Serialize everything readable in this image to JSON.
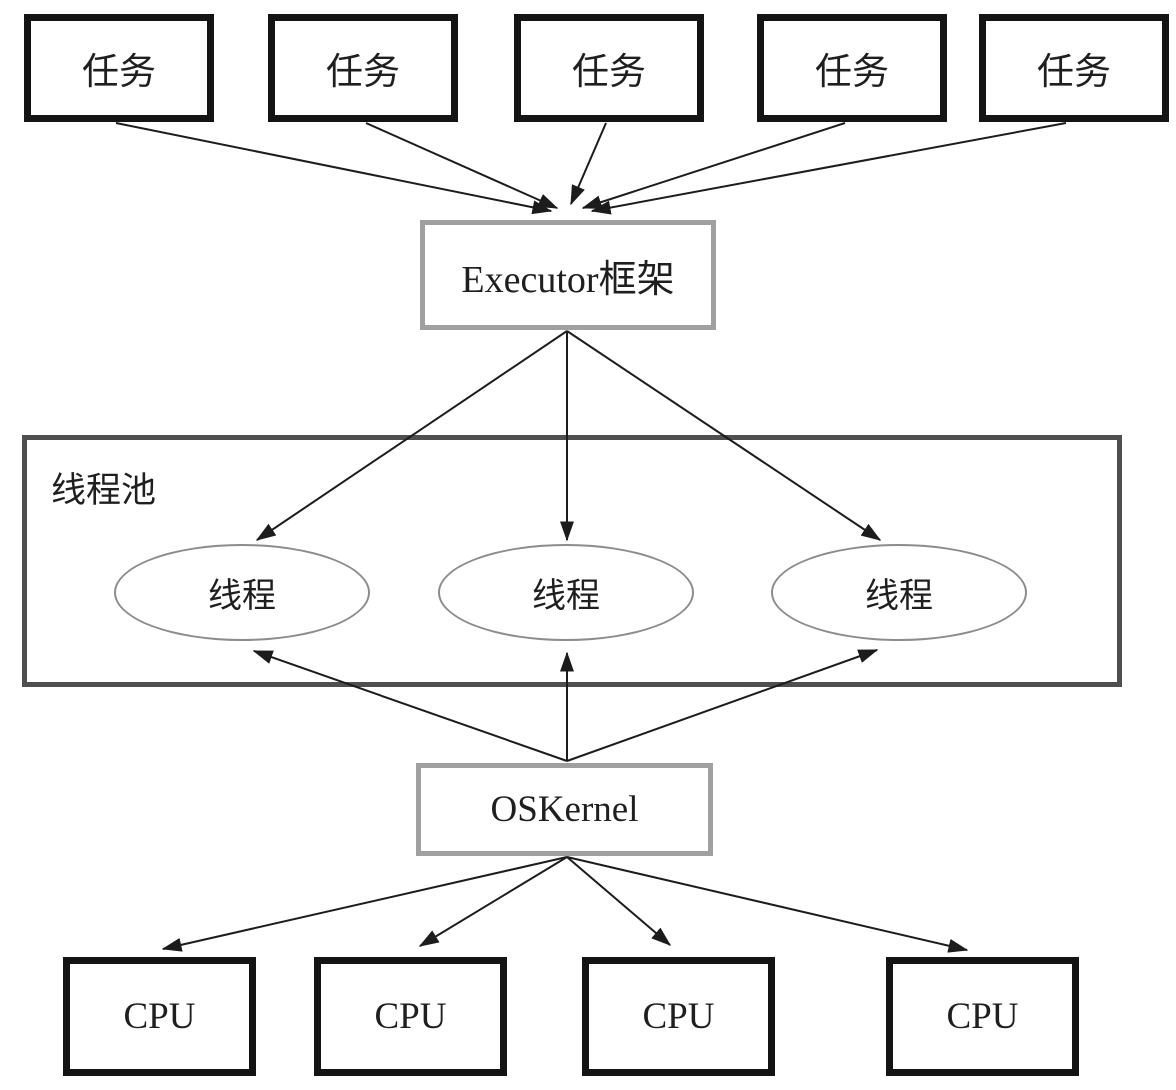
{
  "colors": {
    "background": "#ffffff",
    "node_border_black": "#141414",
    "frame_border_gray": "#a0a0a0",
    "pool_border_gray": "#4f4f4f",
    "ellipse_border_gray": "#8c8c8c",
    "text": "#1f1f1f",
    "arrow": "#1c1c1c"
  },
  "nodes": {
    "tasks": [
      {
        "label": "任务"
      },
      {
        "label": "任务"
      },
      {
        "label": "任务"
      },
      {
        "label": "任务"
      },
      {
        "label": "任务"
      }
    ],
    "executor": {
      "label": "Executor框架"
    },
    "thread_pool": {
      "label": "线程池"
    },
    "threads": [
      {
        "label": "线程"
      },
      {
        "label": "线程"
      },
      {
        "label": "线程"
      }
    ],
    "os_kernel": {
      "label": "OSKernel"
    },
    "cpus": [
      {
        "label": "CPU"
      },
      {
        "label": "CPU"
      },
      {
        "label": "CPU"
      },
      {
        "label": "CPU"
      }
    ]
  },
  "edges": [
    {
      "from": "task-1",
      "to": "executor",
      "arrow": "to"
    },
    {
      "from": "task-2",
      "to": "executor",
      "arrow": "to"
    },
    {
      "from": "task-3",
      "to": "executor",
      "arrow": "to"
    },
    {
      "from": "task-4",
      "to": "executor",
      "arrow": "to"
    },
    {
      "from": "task-5",
      "to": "executor",
      "arrow": "to"
    },
    {
      "from": "executor",
      "to": "thread-1",
      "arrow": "to"
    },
    {
      "from": "executor",
      "to": "thread-2",
      "arrow": "to"
    },
    {
      "from": "executor",
      "to": "thread-3",
      "arrow": "to"
    },
    {
      "from": "os-kernel",
      "to": "thread-1",
      "arrow": "to"
    },
    {
      "from": "os-kernel",
      "to": "thread-2",
      "arrow": "to"
    },
    {
      "from": "os-kernel",
      "to": "thread-3",
      "arrow": "to"
    },
    {
      "from": "os-kernel",
      "to": "cpu-1",
      "arrow": "to"
    },
    {
      "from": "os-kernel",
      "to": "cpu-2",
      "arrow": "to"
    },
    {
      "from": "os-kernel",
      "to": "cpu-3",
      "arrow": "to"
    },
    {
      "from": "os-kernel",
      "to": "cpu-4",
      "arrow": "to"
    }
  ]
}
